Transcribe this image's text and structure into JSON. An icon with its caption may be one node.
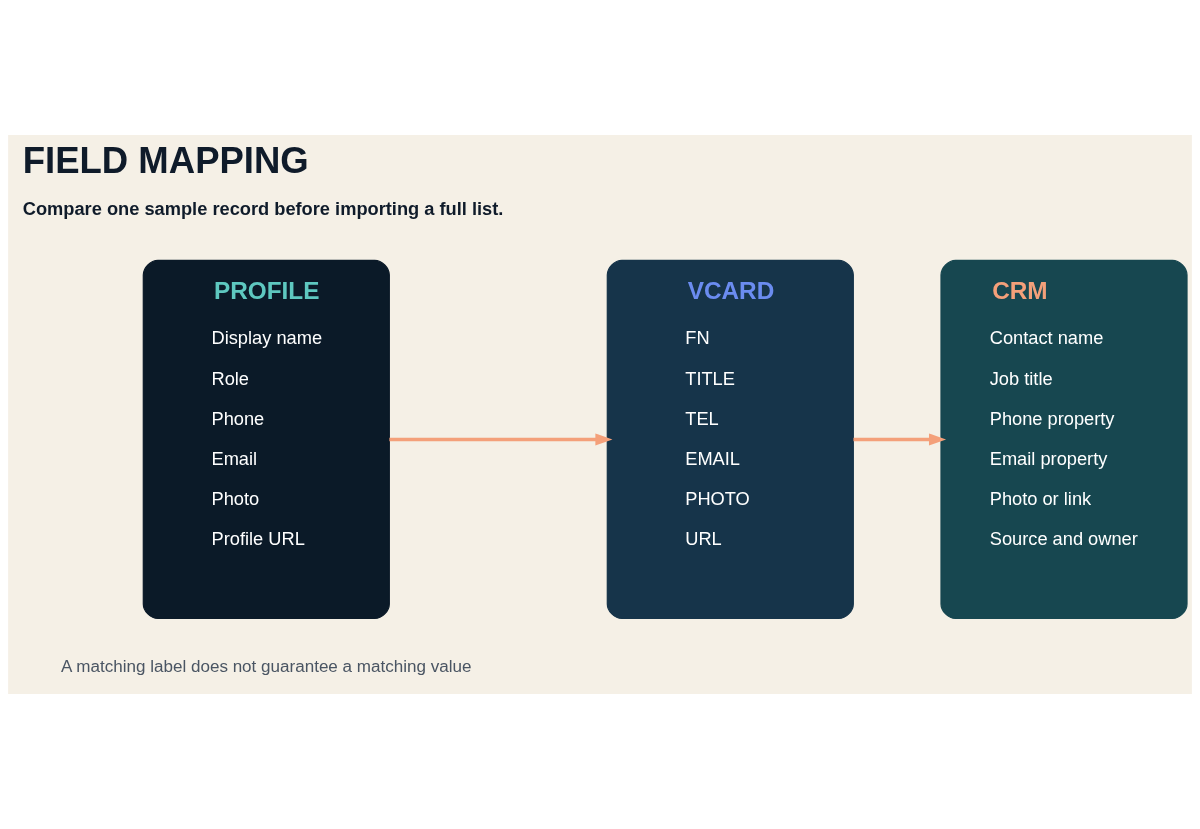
{
  "diagram": {
    "title": "FIELD MAPPING",
    "nodes": [
      {
        "text": [
          "PROFILE",
          "Display name",
          "Role",
          "Phone",
          "Email",
          "Photo",
          "Profile URL"
        ]
      },
      {
        "text": [
          "VCARD",
          "FN",
          "TITLE",
          "TEL",
          "EMAIL",
          "PHOTO",
          "URL"
        ]
      },
      {
        "text": [
          "CRM",
          "Contact name",
          "Job title",
          "Phone property",
          "Email property",
          "Photo or link",
          "Source and owner"
        ]
      }
    ],
    "edges": [
      {
        "from": 0,
        "to": 1,
        "arrow": "to"
      },
      {
        "from": 1,
        "to": 2,
        "arrow": "to"
      }
    ],
    "labels": [
      "A matching label does not guarantee a matching value",
      "Compare one sample record before importing a full list."
    ]
  }
}
